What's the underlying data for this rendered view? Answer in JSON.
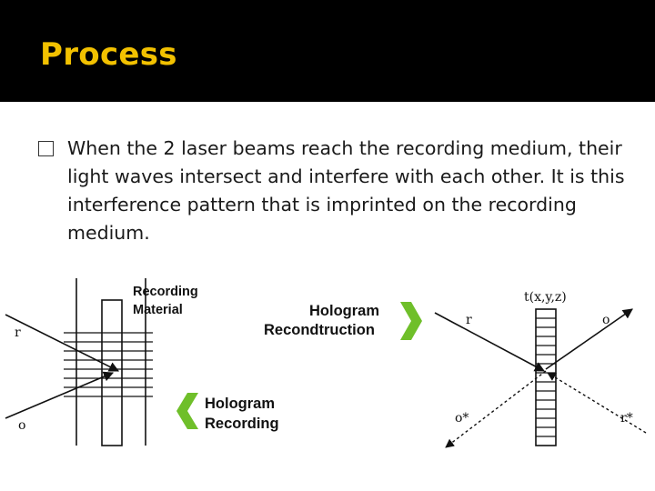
{
  "slide": {
    "title": "Process",
    "bullet": "When the 2 laser beams reach the recording medium, their light waves intersect and interfere with each other. It is this interference pattern that is imprinted on the recording medium."
  },
  "diagram": {
    "left_panel": {
      "material_label_line1": "Recording",
      "material_label_line2": "Material",
      "beam_r": "r",
      "beam_o": "o"
    },
    "middle": {
      "reconstruction_line1": "Hologram",
      "reconstruction_line2": "Recondtruction",
      "recording_line1": "Hologram",
      "recording_line2": "Recording",
      "arrow_color": "#6fbf2a"
    },
    "right_panel": {
      "transmittance_label": "t(x,y,z)",
      "beam_r": "r",
      "beam_o": "o",
      "beam_o_conj": "o*",
      "beam_r_conj": "r*"
    }
  }
}
